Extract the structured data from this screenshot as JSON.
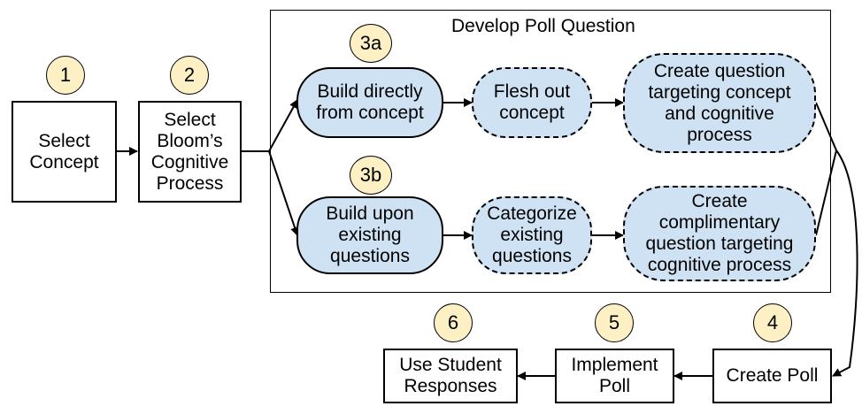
{
  "group": {
    "title": "Develop Poll Question"
  },
  "badges": {
    "b1": "1",
    "b2": "2",
    "b3a": "3a",
    "b3b": "3b",
    "b4": "4",
    "b5": "5",
    "b6": "6"
  },
  "steps": {
    "select_concept": "Select\nConcept",
    "select_bloom": "Select\nBloom’s\nCognitive\nProcess",
    "build_directly": "Build directly\nfrom concept",
    "flesh_out": "Flesh out\nconcept",
    "create_question": "Create question\ntargeting concept\nand cognitive\nprocess",
    "build_upon": "Build upon\nexisting\nquestions",
    "categorize": "Categorize\nexisting\nquestions",
    "create_complimentary": "Create\ncomplimentary\nquestion targeting\ncognitive process",
    "create_poll": "Create Poll",
    "implement_poll": "Implement\nPoll",
    "use_responses": "Use Student\nResponses"
  },
  "colors": {
    "pill_fill": "#cfe2f3",
    "badge_fill": "#fdf0c5",
    "stroke": "#000000"
  }
}
